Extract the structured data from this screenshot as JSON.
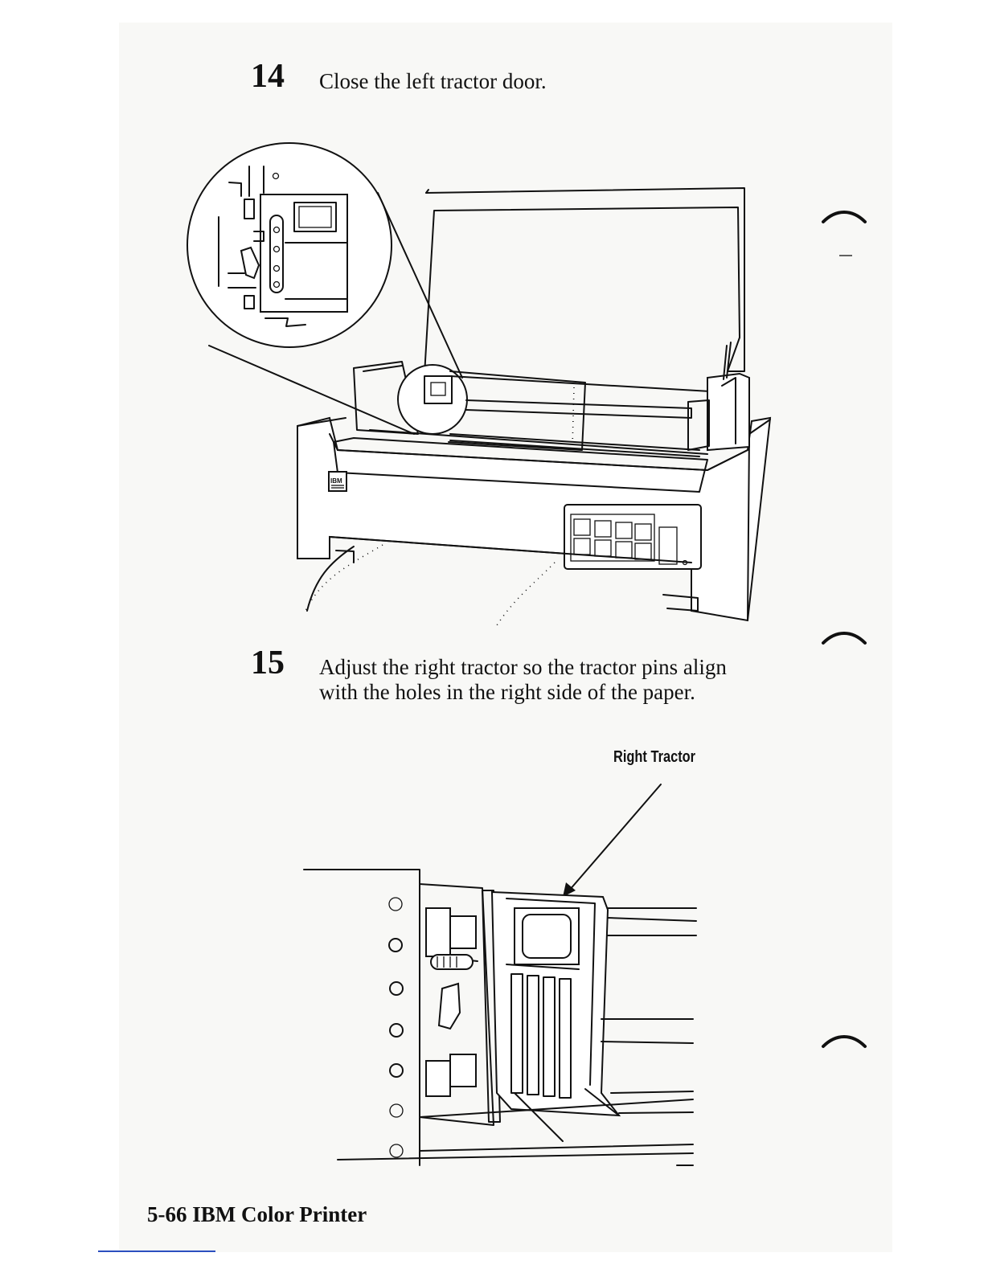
{
  "steps": [
    {
      "number": "14",
      "text": "Close the left tractor door."
    },
    {
      "number": "15",
      "text_lines": [
        "Adjust the right tractor so the tractor pins align",
        "with the holes in the right side of the paper."
      ]
    }
  ],
  "figures": {
    "printer_logo": "IBM",
    "right_tractor_label": "Right Tractor"
  },
  "footer": {
    "page": "5-66",
    "title": "IBM Color Printer"
  }
}
